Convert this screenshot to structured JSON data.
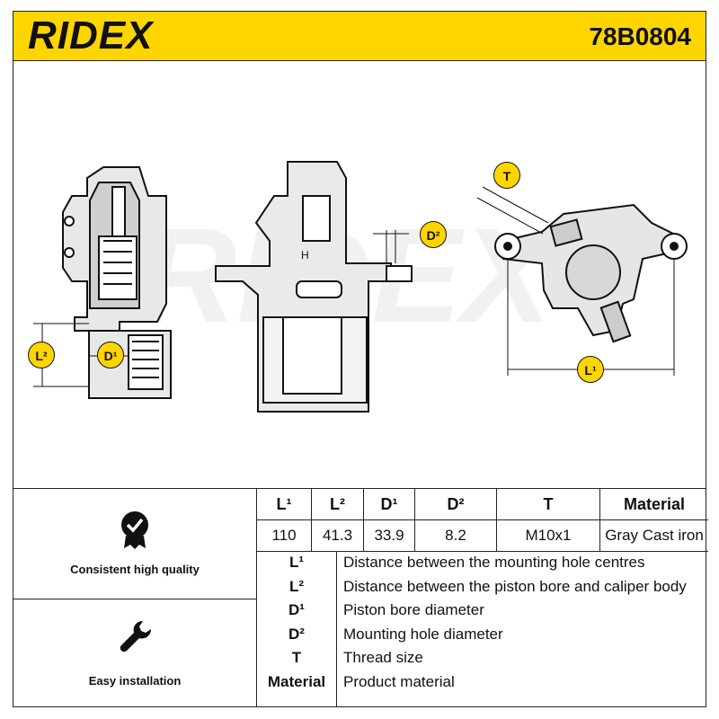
{
  "header": {
    "brand": "RIDEX",
    "part_number": "78B0804"
  },
  "features": [
    {
      "label": "Consistent high quality",
      "icon": "quality-badge-icon"
    },
    {
      "label": "Easy installation",
      "icon": "wrench-icon"
    }
  ],
  "dimension_labels": {
    "t": "T",
    "d2": "D²",
    "l2": "L²",
    "d1": "D¹",
    "l1": "L¹"
  },
  "specs": {
    "headers": [
      "L¹",
      "L²",
      "D¹",
      "D²",
      "T",
      "Material"
    ],
    "values": [
      "110",
      "41.3",
      "33.9",
      "8.2",
      "M10x1",
      "Gray Cast iron"
    ]
  },
  "legend": [
    {
      "key": "L¹",
      "text": "Distance between the mounting hole centres"
    },
    {
      "key": "L²",
      "text": "Distance between the piston bore and caliper body"
    },
    {
      "key": "D¹",
      "text": "Piston bore diameter"
    },
    {
      "key": "D²",
      "text": "Mounting hole diameter"
    },
    {
      "key": "T",
      "text": "Thread size"
    },
    {
      "key": "Material",
      "text": "Product material"
    }
  ],
  "colors": {
    "accent": "#ffd500",
    "line": "#222222"
  }
}
